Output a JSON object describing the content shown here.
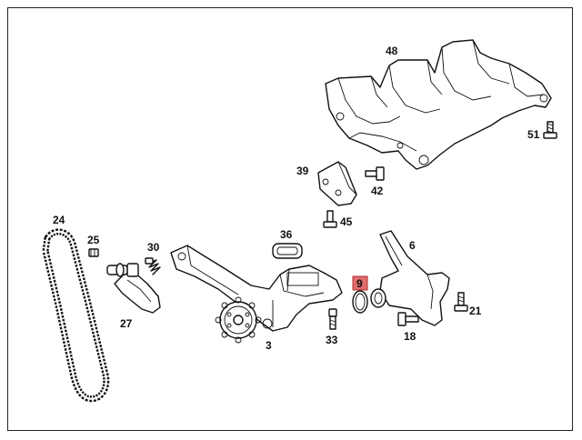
{
  "labels": {
    "p48": "48",
    "p51": "51",
    "p39": "39",
    "p42": "42",
    "p45": "45",
    "p36": "36",
    "p6": "6",
    "p24": "24",
    "p25": "25",
    "p30": "30",
    "p27": "27",
    "p9": "9",
    "p21": "21",
    "p33": "33",
    "p18": "18",
    "p3": "3"
  },
  "highlight_color": "#e06c6c"
}
